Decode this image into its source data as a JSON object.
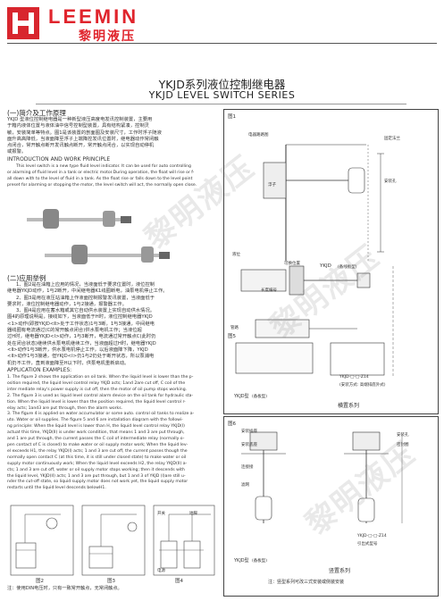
{
  "header": {
    "brand_en": "LEEMIN",
    "brand_cn": "黎明液压"
  },
  "title": {
    "cn": "YKJD系列液位控制继电器",
    "en": "YKJD LEVEL SWITCH SERIES"
  },
  "section1": {
    "heading": "(一)简介及工作原理",
    "cn_lines": [
      "YKJD 型液位控制继电器是一种新型液压高度电发讯控制装置，主要用",
      "于箱内液体位置与液体油中信号控制型装置，具有结构紧凑，控制灵",
      "敏，安装简单等特点。图1是该装置的剖面图及安装尺寸，工作时浮子随液",
      "面升高高降低，当液面降至浮子上端降控发讯位置时，继电器动作常闭触",
      "点闭合，常开触点断开发讯触点断开，常开触点闭合，以实现自动停机",
      "或报警。"
    ],
    "en_heading": "INTRODUCTION AND WORK PRINCIPLE",
    "en_lines": [
      "This level switch is a new type fluid level indicator. It can be used for auto controlling",
      "or alarming of fluid level in a tank or electric motor.During operation, the float will rise or f-",
      "all down with to the level of fluid in a tank. As the float rise or falls down to the level point",
      "preset for alarming or stopping the motor, the level switch will act, the normally open close."
    ]
  },
  "section2": {
    "heading": "(二)应用举例",
    "cn_lines": [
      "1、图2是在油箱上应用的情况，当液面低于要求位置时，液位控制",
      "继电器YKJD动作，1与2断开，中间继电器K1线圈断电，油泵电机停止工作。",
      "2、图3是用在液压站油箱上作液面控制报警发讯装置，当液面低于",
      "要求时，液位控制继电器动作，1与2接通，报警器工作。",
      "3、图4是应用在蓄水箱或其它自动供水装置上实现自动供水情况。",
      "图4的原理说明是，接线如下，当液面低于H时，液位控制继电器YKJD",
      "<1>动作(即按YKJD<Ⅱ>处于工作状态)1与3断，1与3接通，中间继电",
      "器线圈有电流通过(C的常开触点闭合)供水泵电机工作；当液位超",
      "过H时，继电器YKJD<Ⅰ>动作，1与3断开，电流通过常开触点C(此时仍",
      "处在闭合状态)继续供水泵电机继续工作，当液面超过H时，继电器YKJD",
      "<Ⅱ>动作1与3断开，供水泵电机停止工作，以后液面降下降，YKJD",
      "<Ⅱ>动作1与3接通，但YKJD<Ⅰ>仍1与2仍处于断开状态，所以泵浦电",
      "机仍不工作，直到液面降至H以下时，供泵电机重新启动。"
    ],
    "en_heading": "APPLICATION EXAMPLES:",
    "en_lines": [
      "1. The figure 2 shows the application on oil tank. When the liquid level is lower than the p-",
      "osition required, the liquid level control relay YKJD acts; 1and 2are cut off, C coil of the",
      "inter mediate relay's power supply is cut off, then the motor of oil pump stops working.",
      "2. The figure 3 is used as liquid level control alarm device on the oil tank for hydraulic sta-",
      "tion. When the liquid level is lower than the position required, the liquid level control r-",
      "elay acts; 1and3 are put through, then the alarm works.",
      "3. The figure 4 is applied on water accumulator or some auto. control oil tanks to realize a-",
      "uto. Water or oil supplies. The figure 5 and 6 are installation diagram with the followi-",
      "ng principle: When the liquid level is lower than H, the liquid level control relay YKJD(I)",
      "actuat this time, YKJD(II) is under work condition, that means 1 and 3 are put through,",
      "and 1 are put through, the current passes the C coil of intermediate relay (normally o-",
      "pen contact of C is closed) to make water or oil supply motor work; When the liquid lev-",
      "el exceeds H1, the relay YKJD(I) acts; 1 and 3 are cut off, the current passes though the",
      "normally open contact C (at this time, it is still under closed state) to make water or oil",
      "supply motor continuously work; When the liquid level exceeds H2, the relay YKJD(II) a-",
      "cts; 1 and 3 are cut off, water or oil supply motor stops working; then it descends with",
      "the liquid level, YKJD(II) acts; 1 and 3 are put through, but 1 and 3 of YKJD (I)are still u-",
      "nder the cut-off state, so liquid supply motor does not work yet, the liquid supply motor",
      "restarts until the liquid level descends belowH1."
    ],
    "note": "注：使用DIN电压时，只有一致常开触点，无常闭触点。"
  },
  "figures": {
    "fig1": "图1",
    "fig1_labels": [
      "电器路路图",
      "浮子",
      "固定法兰",
      "安装孔",
      "液位",
      "YKJD",
      "(备线板型)"
    ],
    "fig2": "图2",
    "fig3": "图3",
    "fig4": "图4",
    "fig5": "图5",
    "fig6": "图6",
    "fig4_labels": [
      "开关",
      "地脚",
      "电源"
    ],
    "fig5_labels": [
      "可换位置",
      "管路",
      "长度编号",
      "YKJD-□-□-Z14",
      "(安装方式: 高端排底外式)",
      "YKJD型",
      "(备板型)"
    ],
    "series_horizontal": "横置系列",
    "series_vertical": "竖置系列",
    "vertical_labels": [
      "安装插座",
      "安装底座",
      "安装孔",
      "密封圈",
      "连接接",
      "滤网",
      "YKJD-□-□-Z14",
      "引出式型号",
      "YKJD型",
      "(备板型)"
    ],
    "vertical_note": "注：竖型系列可改三式安装或侧装安装",
    "watermarks": [
      "黎明液压",
      "黎明液压",
      "黎明液压"
    ]
  },
  "colors": {
    "brand_red": "#e0242c",
    "text": "#333333"
  }
}
